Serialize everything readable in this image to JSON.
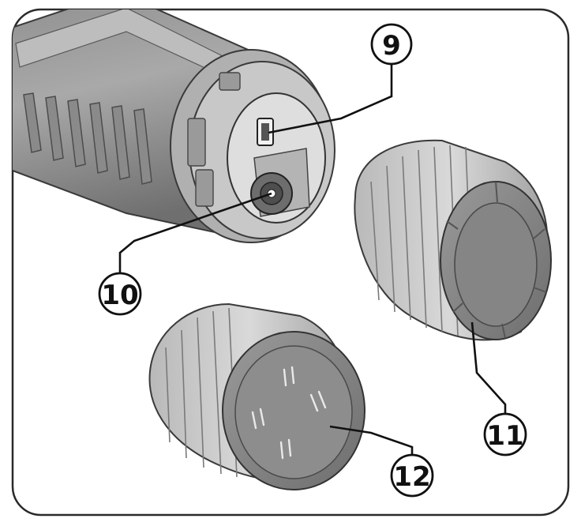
{
  "callouts": {
    "c9": {
      "label": "9"
    },
    "c10": {
      "label": "10"
    },
    "c11": {
      "label": "11"
    },
    "c12": {
      "label": "12"
    }
  },
  "colors": {
    "frame": "#2a2a2a",
    "body_dark": "#7d7d7d",
    "body_mid": "#a4a4a4",
    "body_light": "#cfcfcf",
    "cap_face": "#8c8c8c",
    "line": "#111111"
  }
}
